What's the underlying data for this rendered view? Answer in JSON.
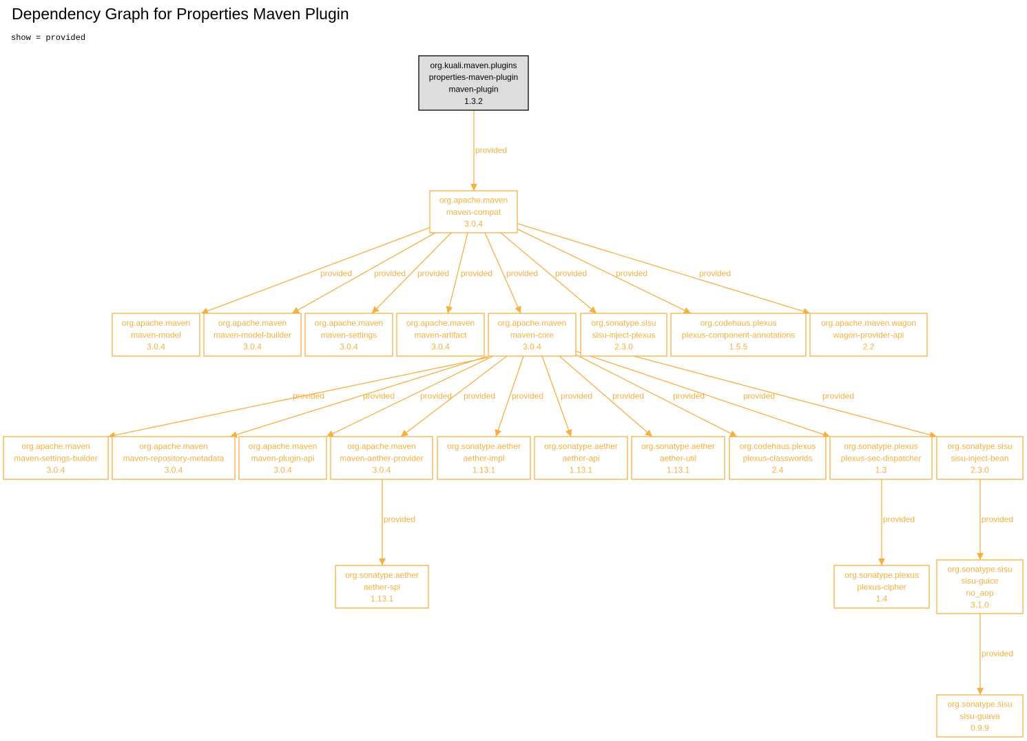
{
  "title": "Dependency Graph for Properties Maven Plugin",
  "filter": "show = provided",
  "colors": {
    "dependency": "#f5b041",
    "root_fill": "#dddddd",
    "root_border": "#000000",
    "root_text": "#000000"
  },
  "nodes": [
    {
      "id": "root",
      "lines": [
        "org.kuali.maven.plugins",
        "properties-maven-plugin",
        "maven-plugin",
        "1.3.2"
      ],
      "root": true
    },
    {
      "id": "maven-compat",
      "lines": [
        "org.apache.maven",
        "maven-compat",
        "3.0.4"
      ]
    },
    {
      "id": "maven-model",
      "lines": [
        "org.apache.maven",
        "maven-model",
        "3.0.4"
      ]
    },
    {
      "id": "maven-model-builder",
      "lines": [
        "org.apache.maven",
        "maven-model-builder",
        "3.0.4"
      ]
    },
    {
      "id": "maven-settings",
      "lines": [
        "org.apache.maven",
        "maven-settings",
        "3.0.4"
      ]
    },
    {
      "id": "maven-artifact",
      "lines": [
        "org.apache.maven",
        "maven-artifact",
        "3.0.4"
      ]
    },
    {
      "id": "maven-core",
      "lines": [
        "org.apache.maven",
        "maven-core",
        "3.0.4"
      ]
    },
    {
      "id": "sisu-inject-plexus",
      "lines": [
        "org.sonatype.sisu",
        "sisu-inject-plexus",
        "2.3.0"
      ]
    },
    {
      "id": "plexus-component-annotations",
      "lines": [
        "org.codehaus.plexus",
        "plexus-component-annotations",
        "1.5.5"
      ]
    },
    {
      "id": "wagon-provider-api",
      "lines": [
        "org.apache.maven.wagon",
        "wagon-provider-api",
        "2.2"
      ]
    },
    {
      "id": "maven-settings-builder",
      "lines": [
        "org.apache.maven",
        "maven-settings-builder",
        "3.0.4"
      ]
    },
    {
      "id": "maven-repository-metadata",
      "lines": [
        "org.apache.maven",
        "maven-repository-metadata",
        "3.0.4"
      ]
    },
    {
      "id": "maven-plugin-api",
      "lines": [
        "org.apache.maven",
        "maven-plugin-api",
        "3.0.4"
      ]
    },
    {
      "id": "maven-aether-provider",
      "lines": [
        "org.apache.maven",
        "maven-aether-provider",
        "3.0.4"
      ]
    },
    {
      "id": "aether-impl",
      "lines": [
        "org.sonatype.aether",
        "aether-impl",
        "1.13.1"
      ]
    },
    {
      "id": "aether-api",
      "lines": [
        "org.sonatype.aether",
        "aether-api",
        "1.13.1"
      ]
    },
    {
      "id": "aether-util",
      "lines": [
        "org.sonatype.aether",
        "aether-util",
        "1.13.1"
      ]
    },
    {
      "id": "plexus-classworlds",
      "lines": [
        "org.codehaus.plexus",
        "plexus-classworlds",
        "2.4"
      ]
    },
    {
      "id": "plexus-sec-dispatcher",
      "lines": [
        "org.sonatype.plexus",
        "plexus-sec-dispatcher",
        "1.3"
      ]
    },
    {
      "id": "sisu-inject-bean",
      "lines": [
        "org.sonatype.sisu",
        "sisu-inject-bean",
        "2.3.0"
      ]
    },
    {
      "id": "aether-spi",
      "lines": [
        "org.sonatype.aether",
        "aether-spi",
        "1.13.1"
      ]
    },
    {
      "id": "plexus-cipher",
      "lines": [
        "org.sonatype.plexus",
        "plexus-cipher",
        "1.4"
      ]
    },
    {
      "id": "sisu-guice",
      "lines": [
        "org.sonatype.sisu",
        "sisu-guice",
        "no_aop",
        "3.1.0"
      ]
    },
    {
      "id": "sisu-guava",
      "lines": [
        "org.sonatype.sisu",
        "sisu-guava",
        "0.9.9"
      ]
    }
  ],
  "edges": [
    {
      "from": "root",
      "to": "maven-compat",
      "label": "provided"
    },
    {
      "from": "maven-compat",
      "to": "maven-model",
      "label": "provided"
    },
    {
      "from": "maven-compat",
      "to": "maven-model-builder",
      "label": "provided"
    },
    {
      "from": "maven-compat",
      "to": "maven-settings",
      "label": "provided"
    },
    {
      "from": "maven-compat",
      "to": "maven-artifact",
      "label": "provided"
    },
    {
      "from": "maven-compat",
      "to": "maven-core",
      "label": "provided"
    },
    {
      "from": "maven-compat",
      "to": "sisu-inject-plexus",
      "label": "provided"
    },
    {
      "from": "maven-compat",
      "to": "plexus-component-annotations",
      "label": "provided"
    },
    {
      "from": "maven-compat",
      "to": "wagon-provider-api",
      "label": "provided"
    },
    {
      "from": "maven-core",
      "to": "maven-settings-builder",
      "label": "provided"
    },
    {
      "from": "maven-core",
      "to": "maven-repository-metadata",
      "label": "provided"
    },
    {
      "from": "maven-core",
      "to": "maven-plugin-api",
      "label": "provided"
    },
    {
      "from": "maven-core",
      "to": "maven-aether-provider",
      "label": "provided"
    },
    {
      "from": "maven-core",
      "to": "aether-impl",
      "label": "provided"
    },
    {
      "from": "maven-core",
      "to": "aether-api",
      "label": "provided"
    },
    {
      "from": "maven-core",
      "to": "aether-util",
      "label": "provided"
    },
    {
      "from": "maven-core",
      "to": "plexus-classworlds",
      "label": "provided"
    },
    {
      "from": "maven-core",
      "to": "plexus-sec-dispatcher",
      "label": "provided"
    },
    {
      "from": "maven-core",
      "to": "sisu-inject-bean",
      "label": "provided"
    },
    {
      "from": "maven-aether-provider",
      "to": "aether-spi",
      "label": "provided"
    },
    {
      "from": "plexus-sec-dispatcher",
      "to": "plexus-cipher",
      "label": "provided"
    },
    {
      "from": "sisu-inject-bean",
      "to": "sisu-guice",
      "label": "provided"
    },
    {
      "from": "sisu-guice",
      "to": "sisu-guava",
      "label": "provided"
    }
  ]
}
